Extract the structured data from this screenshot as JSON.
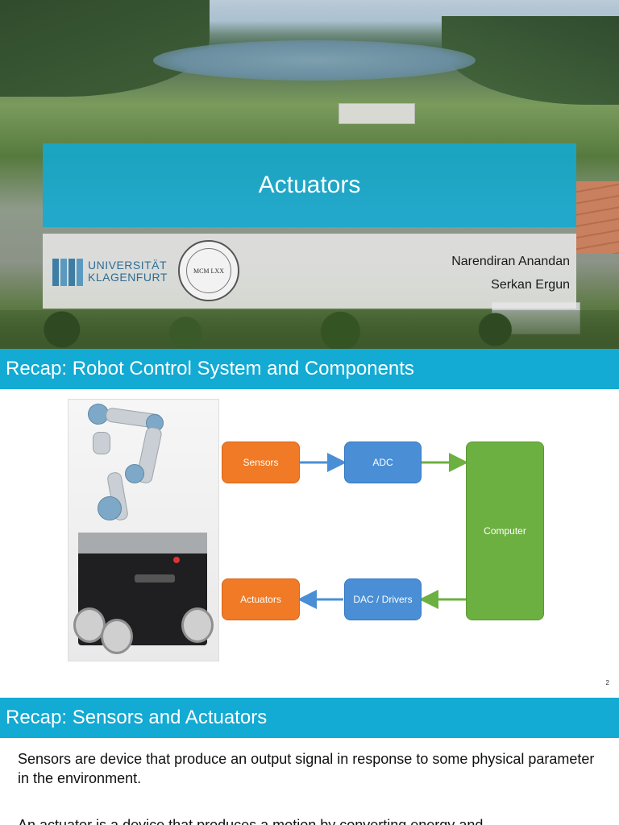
{
  "slide1": {
    "title": "Actuators",
    "university_line1": "UNIVERSITÄT",
    "university_line2": "KLAGENFURT",
    "seal_text": "MCM LXX",
    "authors": [
      "Narendiran Anandan",
      "Serkan Ergun"
    ]
  },
  "slide2": {
    "section_title": "Recap: Robot Control System and Components",
    "diagram": {
      "sensors": "Sensors",
      "adc": "ADC",
      "computer": "Computer",
      "dac": "DAC / Drivers",
      "actuators": "Actuators"
    },
    "page_number": "2",
    "colors": {
      "accent": "#13aad3",
      "orange": "#f07a25",
      "blue": "#4a8fd6",
      "green": "#6db042"
    }
  },
  "slide3": {
    "section_title": "Recap: Sensors and Actuators",
    "paragraph1": "Sensors are device that produce an output signal in response to some physical parameter in the environment.",
    "paragraph2": "An actuator is a device that produces a motion by converting energy and"
  }
}
